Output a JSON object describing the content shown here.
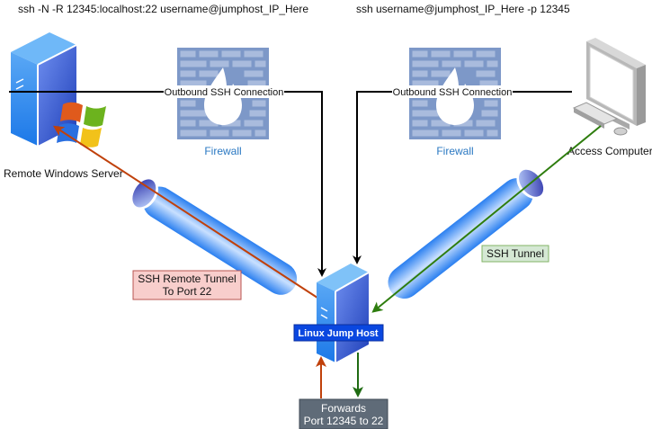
{
  "commands": {
    "left": "ssh -N -R 12345:localhost:22 username@jumphost_IP_Here",
    "right": "ssh  username@jumphost_IP_Here -p 12345"
  },
  "nodes": {
    "remote_server": {
      "label": "Remote Windows Server"
    },
    "access_computer": {
      "label": "Access Computer"
    },
    "jump_host": {
      "label": "Linux Jump Host"
    },
    "firewall_left": {
      "label": "Firewall"
    },
    "firewall_right": {
      "label": "Firewall"
    }
  },
  "connections": {
    "outbound_left": "Outbound SSH Connection",
    "outbound_right": "Outbound SSH Connection"
  },
  "tunnels": {
    "remote_tunnel": {
      "line1": "SSH Remote Tunnel",
      "line2": "To Port 22"
    },
    "ssh_tunnel": {
      "label": "SSH Tunnel"
    }
  },
  "forwards": {
    "line1": "Forwards",
    "line2": "Port 12345 to 22"
  },
  "colors": {
    "remote_line": "#c0410b",
    "tunnel_line": "#2e7d0e",
    "forward_down": "#1f6b12",
    "firewall": "#7d98c8",
    "jump_label_bg": "#0a47e0",
    "forwards_bg": "#5f6b78",
    "remote_tunnel_bg": "#f8cecc",
    "ssh_tunnel_bg": "#d5e8d4"
  }
}
